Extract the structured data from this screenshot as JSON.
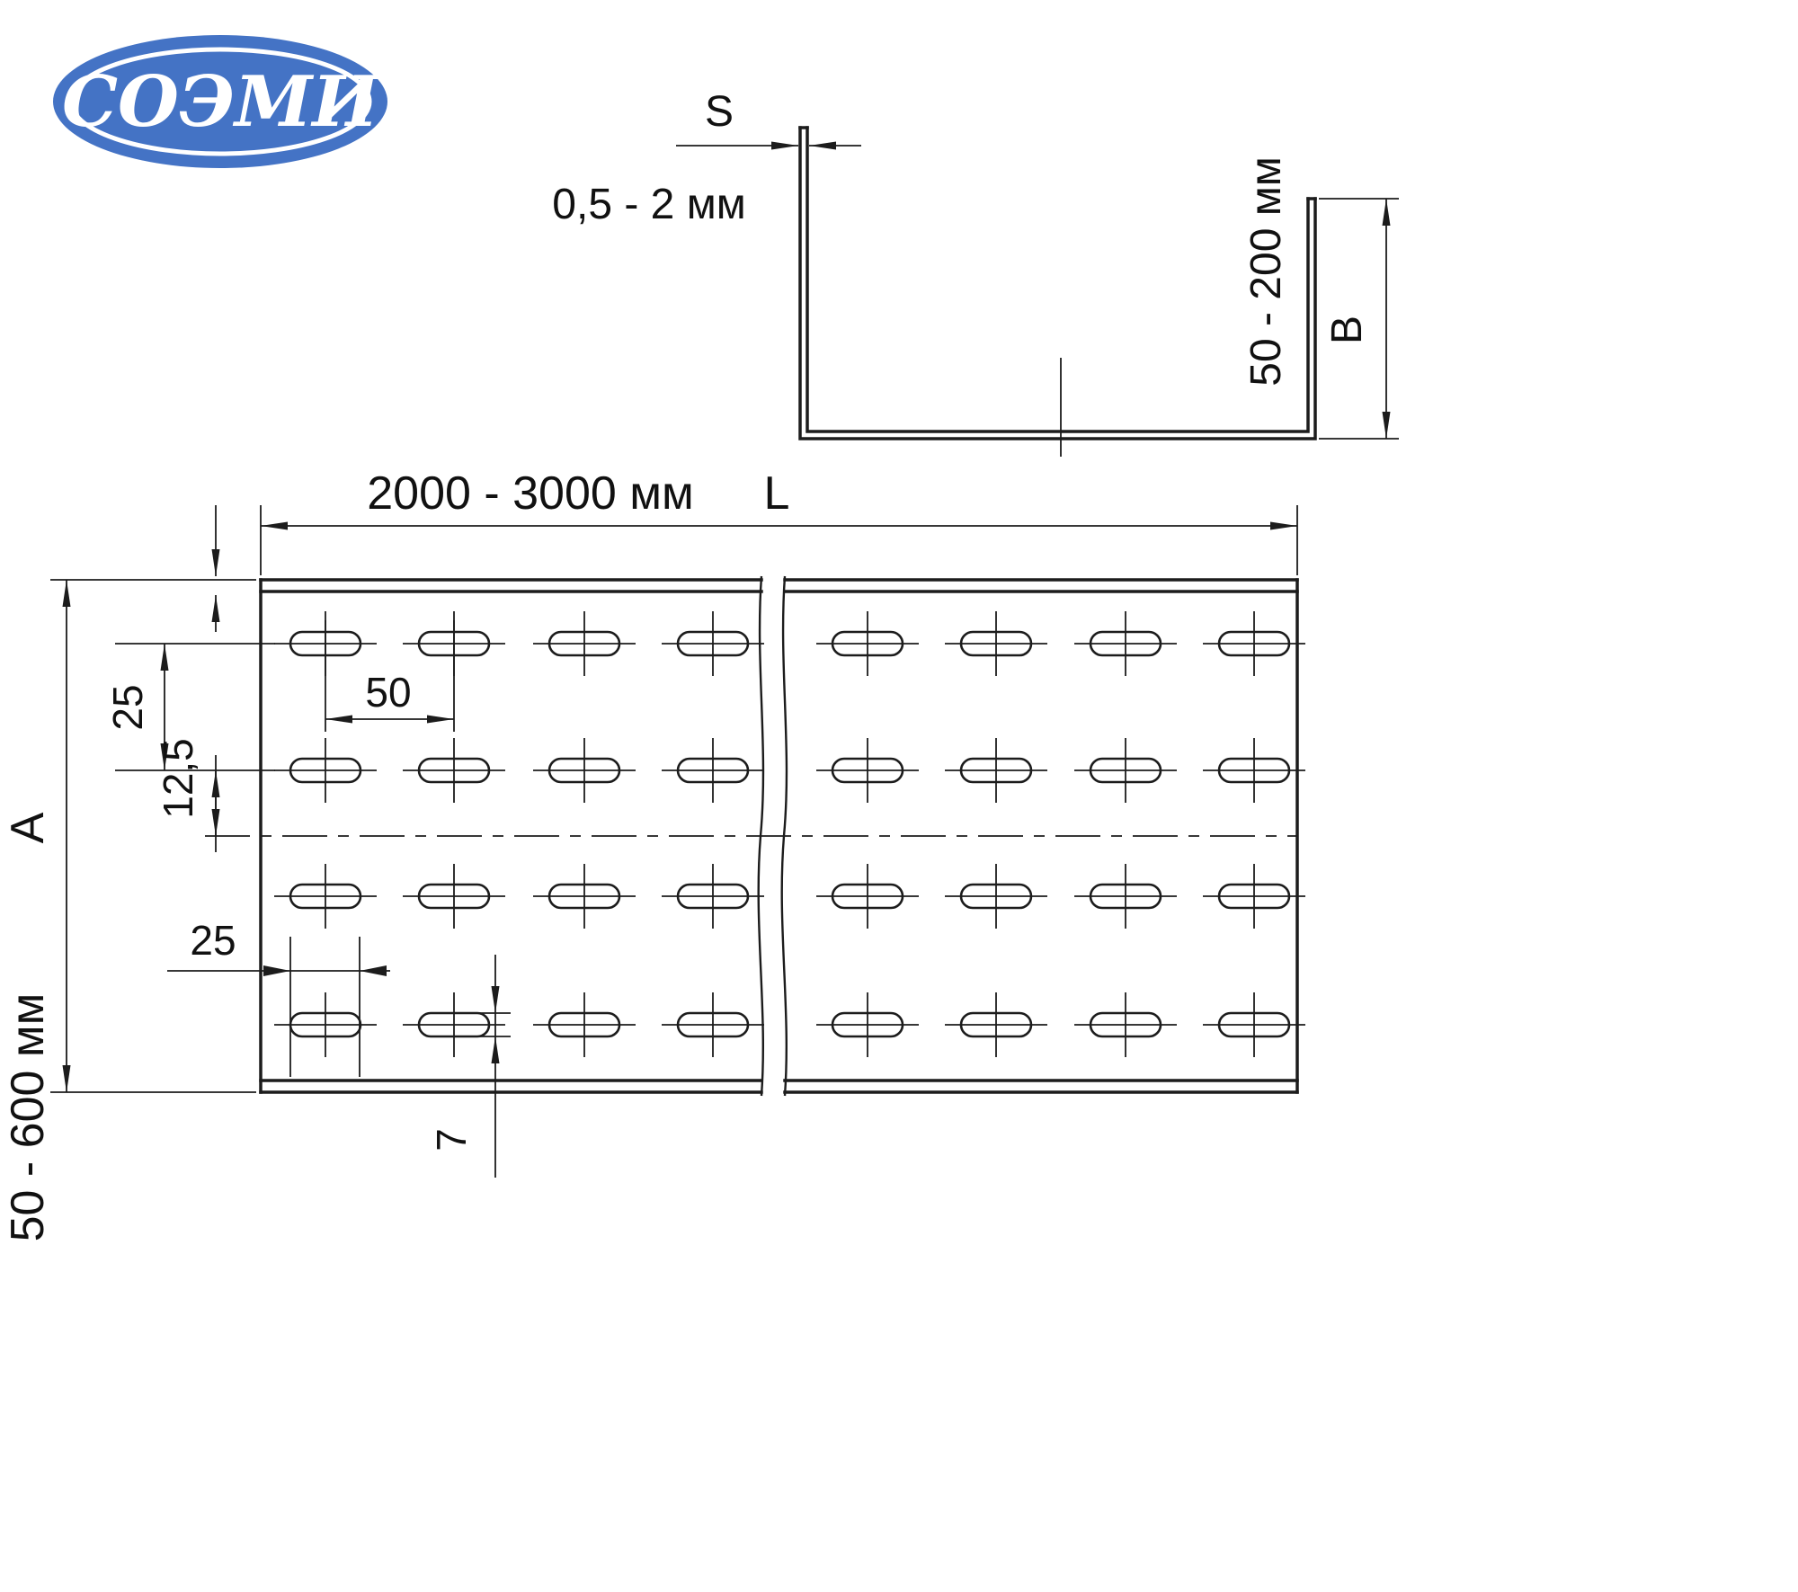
{
  "logo": {
    "text": "СОЭМИ"
  },
  "colors": {
    "logo_blue": "#4473c5",
    "line": "#1c1c1c"
  },
  "section_view": {
    "thickness_label": "S",
    "thickness_range": "0,5 - 2 мм",
    "height_range": "50 - 200 мм",
    "height_label": "B"
  },
  "plan_view": {
    "length_range": "2000 - 3000 мм",
    "length_label": "L",
    "width_range": "50 - 600 мм",
    "width_label": "A",
    "dims": {
      "row_pitch": "25",
      "row_to_center": "12,5",
      "slot_pitch": "50",
      "slot_length": "25",
      "slot_width": "7"
    }
  }
}
